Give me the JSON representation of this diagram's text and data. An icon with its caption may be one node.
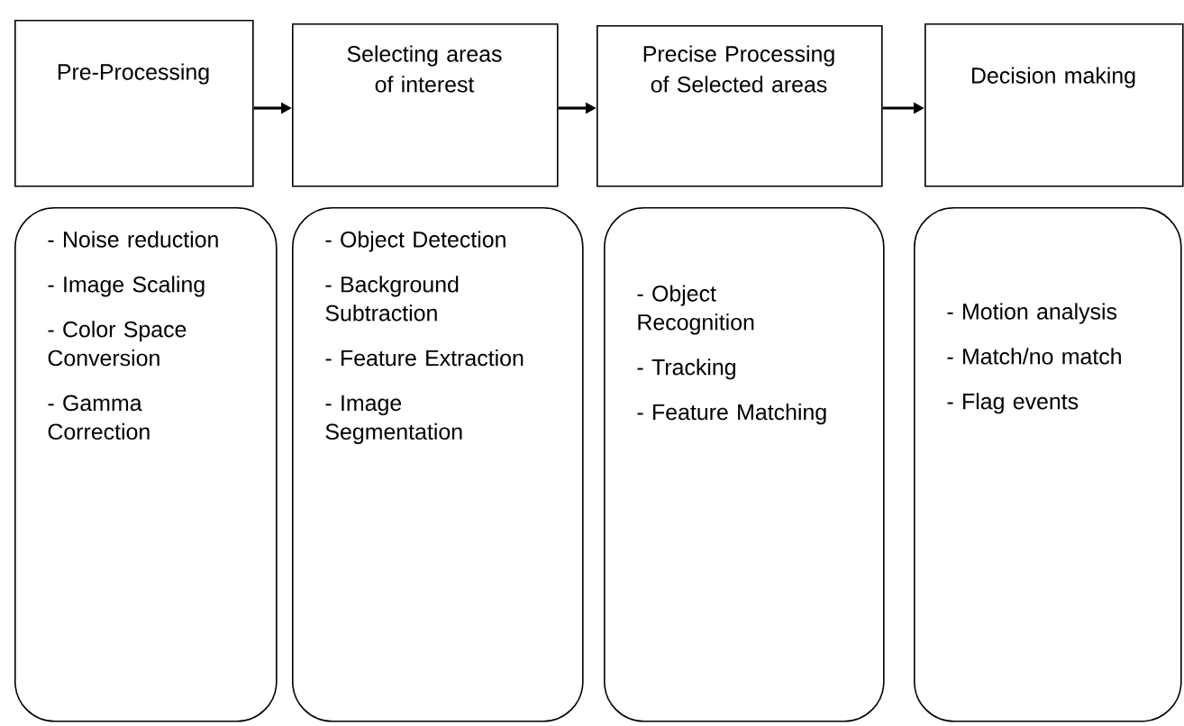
{
  "diagram": {
    "nodes": [
      {
        "text": [
          "Pre-Processing"
        ]
      },
      {
        "text": [
          "Selecting areas of interest"
        ]
      },
      {
        "text": [
          "Precise Processing of Selected areas"
        ]
      },
      {
        "text": [
          "Decision making"
        ]
      },
      {
        "text": [
          "- Noise reduction",
          "- Image Scaling",
          "- Color Space Conversion",
          "- Gamma Correction"
        ]
      },
      {
        "text": [
          "- Object Detection",
          "- Background Subtraction",
          "- Feature Extraction",
          "- Image Segmentation"
        ]
      },
      {
        "text": [
          "- Object Recognition",
          "- Tracking",
          "- Feature Matching"
        ]
      },
      {
        "text": [
          "- Motion analysis",
          "- Match/no match",
          "- Flag events"
        ]
      }
    ],
    "edges": [
      {
        "from": 0,
        "to": 1,
        "arrow": "to"
      },
      {
        "from": 1,
        "to": 2,
        "arrow": "to"
      },
      {
        "from": 2,
        "to": 3,
        "arrow": "to"
      }
    ]
  }
}
